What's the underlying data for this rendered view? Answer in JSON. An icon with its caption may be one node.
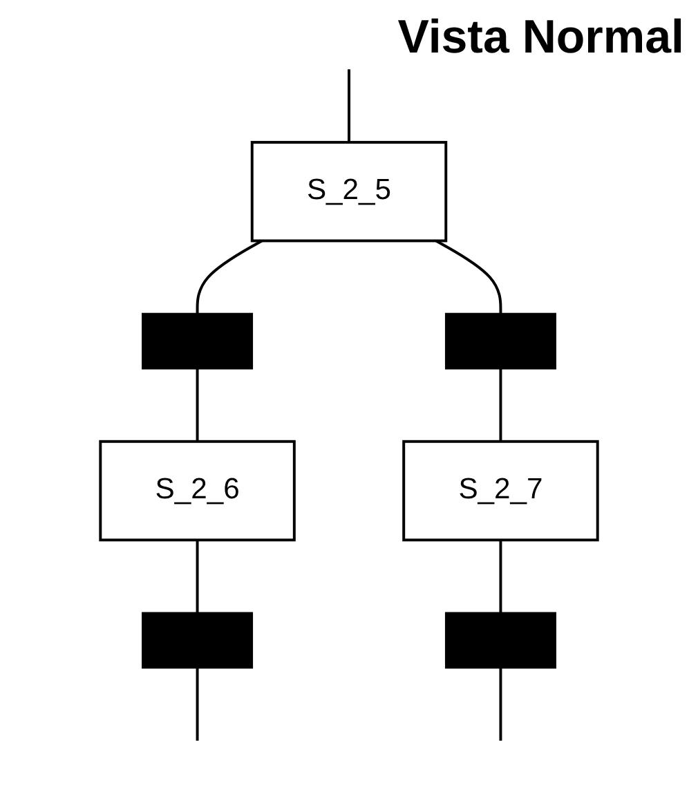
{
  "diagram": {
    "title": "Vista Normal",
    "nodes": [
      {
        "text": [
          "S_2_5"
        ]
      },
      {
        "text": [],
        "shape": "bar"
      },
      {
        "text": [],
        "shape": "bar"
      },
      {
        "text": [
          "S_2_6"
        ]
      },
      {
        "text": [
          "S_2_7"
        ]
      },
      {
        "text": [],
        "shape": "bar"
      },
      {
        "text": [],
        "shape": "bar"
      }
    ],
    "edges": [
      {
        "from": null,
        "to": 0,
        "arrow": "none"
      },
      {
        "from": 0,
        "to": 1,
        "arrow": "none"
      },
      {
        "from": 0,
        "to": 2,
        "arrow": "none"
      },
      {
        "from": 1,
        "to": 3,
        "arrow": "none"
      },
      {
        "from": 2,
        "to": 4,
        "arrow": "none"
      },
      {
        "from": 3,
        "to": 5,
        "arrow": "none"
      },
      {
        "from": 4,
        "to": 6,
        "arrow": "none"
      },
      {
        "from": 5,
        "to": null,
        "arrow": "none"
      },
      {
        "from": 6,
        "to": null,
        "arrow": "none"
      }
    ]
  }
}
